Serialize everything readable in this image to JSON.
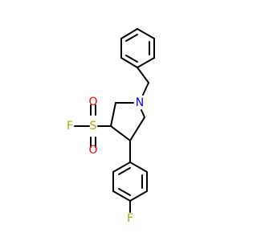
{
  "molecule": {
    "atoms": {
      "n1": {
        "label": "N",
        "color": "#0000ff"
      },
      "s1": {
        "label": "S",
        "color": "#b5a100"
      },
      "f_sulfonyl": {
        "label": "F",
        "color": "#8bb800"
      },
      "o1": {
        "label": "O",
        "color": "#ff0000"
      },
      "o2": {
        "label": "O",
        "color": "#ff0000"
      },
      "f_aryl": {
        "label": "F",
        "color": "#8bb800"
      }
    }
  }
}
